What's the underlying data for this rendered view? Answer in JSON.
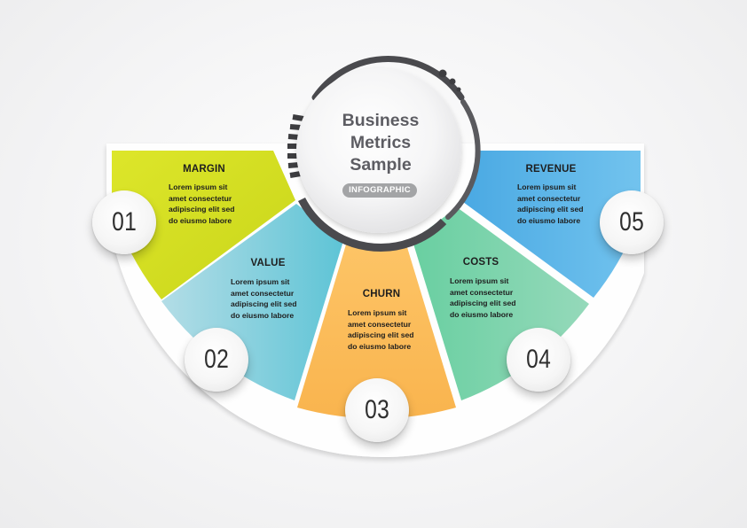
{
  "center": {
    "title_line1": "Business",
    "title_line2": "Metrics",
    "title_line3": "Sample",
    "badge": "INFOGRAPHIC"
  },
  "segments": [
    {
      "number": "01",
      "title": "MARGIN",
      "body": [
        "Lorem ipsum sit",
        "amet consectetur",
        "adipiscing elit sed",
        "do eiusmo labore"
      ],
      "color": "#d5e021"
    },
    {
      "number": "02",
      "title": "VALUE",
      "body": [
        "Lorem ipsum sit",
        "amet consectetur",
        "adipiscing elit sed",
        "do eiusmo labore"
      ],
      "color": "#8fd0dc"
    },
    {
      "number": "03",
      "title": "CHURN",
      "body": [
        "Lorem ipsum sit",
        "amet consectetur",
        "adipiscing elit sed",
        "do eiusmo labore"
      ],
      "color": "#fcbb5c"
    },
    {
      "number": "04",
      "title": "COSTS",
      "body": [
        "Lorem ipsum sit",
        "amet consectetur",
        "adipiscing elit sed",
        "do eiusmo labore"
      ],
      "color": "#7fd2a8"
    },
    {
      "number": "05",
      "title": "REVENUE",
      "body": [
        "Lorem ipsum sit",
        "amet consectetur",
        "adipiscing elit sed",
        "do eiusmo labore"
      ],
      "color": "#5bb6e6"
    }
  ]
}
